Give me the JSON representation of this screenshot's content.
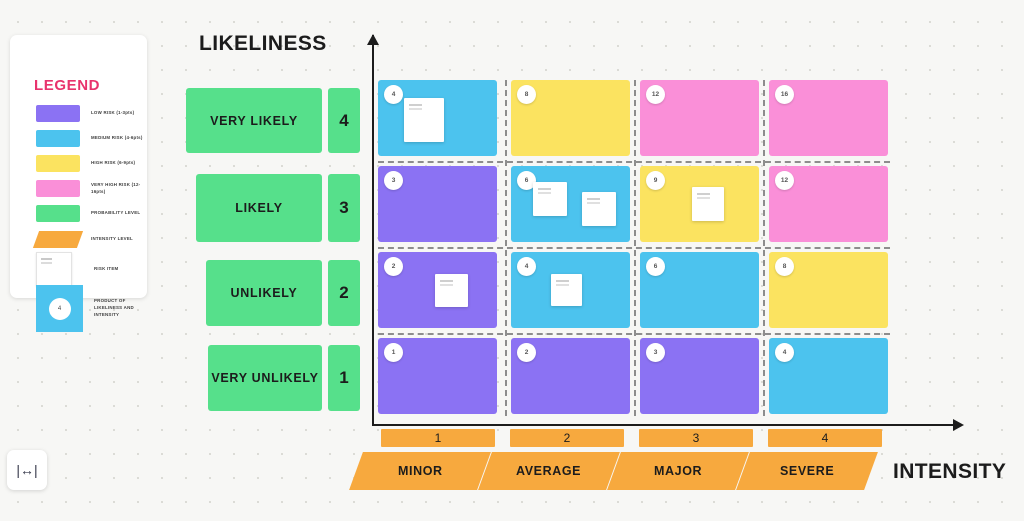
{
  "legend": {
    "title": "LEGEND",
    "items": [
      {
        "label": "LOW RISK (1-3pts)",
        "color": "#8b72f3",
        "type": "swatch"
      },
      {
        "label": "MEDIUM RISK (4-6pts)",
        "color": "#4cc3ee",
        "type": "swatch"
      },
      {
        "label": "HIGH RISK (6-9pts)",
        "color": "#fbe360",
        "type": "swatch"
      },
      {
        "label": "VERY HIGH RISK (12-16pts)",
        "color": "#fa8fd8",
        "type": "swatch"
      },
      {
        "label": "PROBABILITY LEVEL",
        "color": "#56e08b",
        "type": "swatch"
      },
      {
        "label": "INTENSITY LEVEL",
        "color": "#f7a93e",
        "type": "parallelogram"
      },
      {
        "label": "RISK ITEM",
        "color": "#ffffff",
        "type": "note"
      },
      {
        "label": "PRODUCT OF LIKELINESS AND INTENSITY",
        "color": "#4cc3ee",
        "type": "product",
        "badge": "4"
      }
    ]
  },
  "axes": {
    "y_title": "LIKELINESS",
    "x_title": "INTENSITY",
    "y_levels": [
      {
        "label": "VERY LIKELY",
        "value": "4"
      },
      {
        "label": "LIKELY",
        "value": "3"
      },
      {
        "label": "UNLIKELY",
        "value": "2"
      },
      {
        "label": "VERY UNLIKELY",
        "value": "1"
      }
    ],
    "x_levels": [
      {
        "label": "MINOR",
        "value": "1"
      },
      {
        "label": "AVERAGE",
        "value": "2"
      },
      {
        "label": "MAJOR",
        "value": "3"
      },
      {
        "label": "SEVERE",
        "value": "4"
      }
    ]
  },
  "matrix": {
    "cells": [
      {
        "row": "4",
        "col": "1",
        "score": "4",
        "color": "#4cc3ee",
        "notes": 1
      },
      {
        "row": "4",
        "col": "2",
        "score": "8",
        "color": "#fbe360",
        "notes": 0
      },
      {
        "row": "4",
        "col": "3",
        "score": "12",
        "color": "#fa8fd8",
        "notes": 0
      },
      {
        "row": "4",
        "col": "4",
        "score": "16",
        "color": "#fa8fd8",
        "notes": 0
      },
      {
        "row": "3",
        "col": "1",
        "score": "3",
        "color": "#8b72f3",
        "notes": 0
      },
      {
        "row": "3",
        "col": "2",
        "score": "6",
        "color": "#4cc3ee",
        "notes": 2
      },
      {
        "row": "3",
        "col": "3",
        "score": "9",
        "color": "#fbe360",
        "notes": 1
      },
      {
        "row": "3",
        "col": "4",
        "score": "12",
        "color": "#fa8fd8",
        "notes": 0
      },
      {
        "row": "2",
        "col": "1",
        "score": "2",
        "color": "#8b72f3",
        "notes": 1
      },
      {
        "row": "2",
        "col": "2",
        "score": "4",
        "color": "#4cc3ee",
        "notes": 1
      },
      {
        "row": "2",
        "col": "3",
        "score": "6",
        "color": "#4cc3ee",
        "notes": 0
      },
      {
        "row": "2",
        "col": "4",
        "score": "8",
        "color": "#fbe360",
        "notes": 0
      },
      {
        "row": "1",
        "col": "1",
        "score": "1",
        "color": "#8b72f3",
        "notes": 0
      },
      {
        "row": "1",
        "col": "2",
        "score": "2",
        "color": "#8b72f3",
        "notes": 0
      },
      {
        "row": "1",
        "col": "3",
        "score": "3",
        "color": "#8b72f3",
        "notes": 0
      },
      {
        "row": "1",
        "col": "4",
        "score": "4",
        "color": "#4cc3ee",
        "notes": 0
      }
    ]
  },
  "toolbar": {
    "fit_icon": "|↔|"
  }
}
